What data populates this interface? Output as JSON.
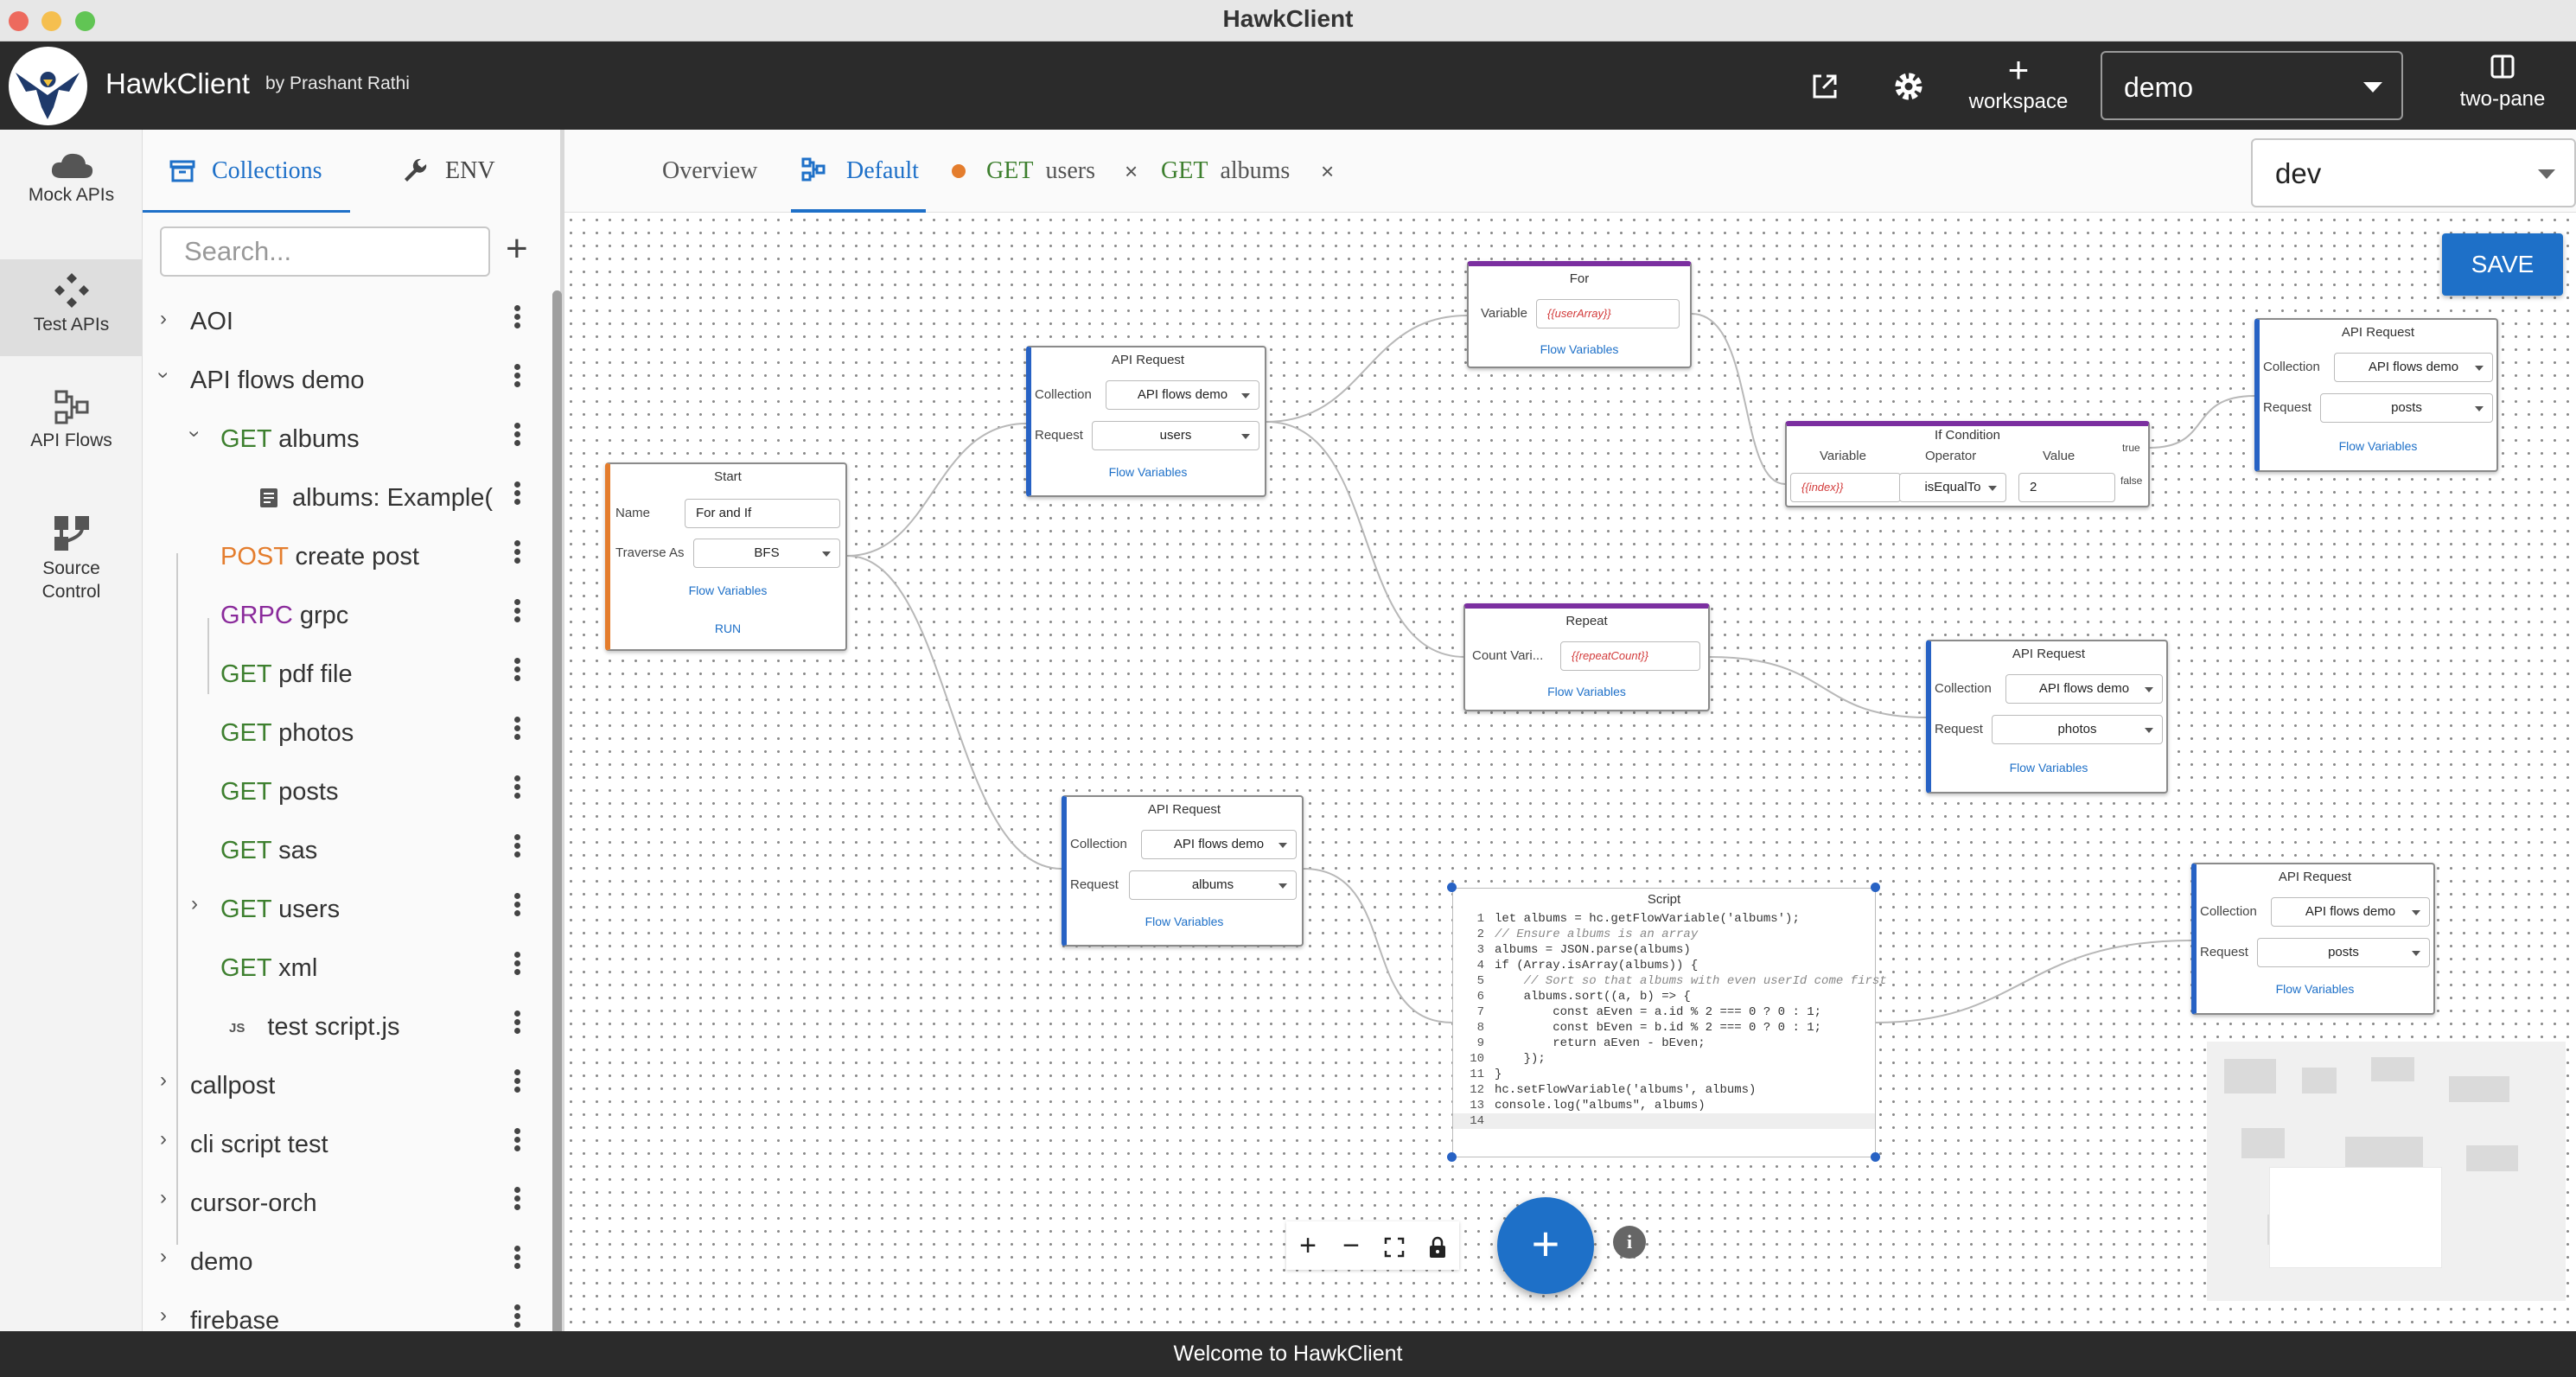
{
  "window": {
    "title": "HawkClient"
  },
  "header": {
    "app_name": "HawkClient",
    "byline": "by Prashant Rathi",
    "workspace_label": "workspace",
    "workspace_value": "demo",
    "two_pane_label": "two-pane"
  },
  "rail": {
    "items": [
      {
        "label": "Mock APIs",
        "icon": "cloud-icon"
      },
      {
        "label": "Test APIs",
        "icon": "test-icon"
      },
      {
        "label": "API Flows",
        "icon": "flow-icon"
      },
      {
        "label": "Source Control",
        "icon": "source-control-icon"
      }
    ]
  },
  "panel": {
    "tabs": [
      {
        "label": "Collections",
        "icon": "collections-icon"
      },
      {
        "label": "ENV",
        "icon": "wrench-icon"
      }
    ],
    "search_placeholder": "Search...",
    "tree": [
      {
        "label": "AOI"
      },
      {
        "label": "API flows demo"
      },
      {
        "method": "GET",
        "label": "albums"
      },
      {
        "label": "albums: Example("
      },
      {
        "method": "POST",
        "label": "create post"
      },
      {
        "method": "GRPC",
        "label": "grpc"
      },
      {
        "method": "GET",
        "label": "pdf file"
      },
      {
        "method": "GET",
        "label": "photos"
      },
      {
        "method": "GET",
        "label": "posts"
      },
      {
        "method": "GET",
        "label": "sas"
      },
      {
        "method": "GET",
        "label": "users"
      },
      {
        "method": "GET",
        "label": "xml"
      },
      {
        "method": "JS",
        "label": "test script.js"
      },
      {
        "label": "callpost"
      },
      {
        "label": "cli script test"
      },
      {
        "label": "cursor-orch"
      },
      {
        "label": "demo"
      },
      {
        "label": "firebase"
      }
    ]
  },
  "tabs": [
    {
      "label": "Overview"
    },
    {
      "label": "Default"
    },
    {
      "method": "GET",
      "label": "users"
    },
    {
      "method": "GET",
      "label": "albums"
    }
  ],
  "env": {
    "value": "dev"
  },
  "save_label": "SAVE",
  "nodes": {
    "start": {
      "title": "Start",
      "name_label": "Name",
      "name_value": "For and If",
      "traverse_label": "Traverse As",
      "traverse_value": "BFS",
      "flow_vars": "Flow Variables",
      "run": "RUN"
    },
    "api1": {
      "title": "API Request",
      "collection_label": "Collection",
      "collection_value": "API flows demo",
      "request_label": "Request",
      "request_value": "users",
      "flow_vars": "Flow Variables"
    },
    "for": {
      "title": "For",
      "variable_label": "Variable",
      "variable_value": "{{userArray}}",
      "flow_vars": "Flow Variables"
    },
    "ifcond": {
      "title": "If Condition",
      "variable_label": "Variable",
      "operator_label": "Operator",
      "value_label": "Value",
      "variable_value": "{{index}}",
      "operator_value": "isEqualTo",
      "value_value": "2",
      "true_label": "true",
      "false_label": "false"
    },
    "api2": {
      "title": "API Request",
      "collection_label": "Collection",
      "collection_value": "API flows demo",
      "request_label": "Request",
      "request_value": "posts",
      "flow_vars": "Flow Variables"
    },
    "repeat": {
      "title": "Repeat",
      "count_label": "Count Vari...",
      "count_value": "{{repeatCount}}",
      "flow_vars": "Flow Variables"
    },
    "api3": {
      "title": "API Request",
      "collection_label": "Collection",
      "collection_value": "API flows demo",
      "request_label": "Request",
      "request_value": "photos",
      "flow_vars": "Flow Variables"
    },
    "api4": {
      "title": "API Request",
      "collection_label": "Collection",
      "collection_value": "API flows demo",
      "request_label": "Request",
      "request_value": "albums",
      "flow_vars": "Flow Variables"
    },
    "api5": {
      "title": "API Request",
      "collection_label": "Collection",
      "collection_value": "API flows demo",
      "request_label": "Request",
      "request_value": "posts",
      "flow_vars": "Flow Variables"
    }
  },
  "script": {
    "title": "Script",
    "lines": [
      "let albums = hc.getFlowVariable('albums');",
      "// Ensure albums is an array",
      "albums = JSON.parse(albums)",
      "if (Array.isArray(albums)) {",
      "    // Sort so that albums with even userId come first",
      "    albums.sort((a, b) => {",
      "        const aEven = a.id % 2 === 0 ? 0 : 1;",
      "        const bEven = b.id % 2 === 0 ? 0 : 1;",
      "        return aEven - bEven;",
      "    });",
      "}",
      "hc.setFlowVariable('albums', albums)",
      "console.log(\"albums\", albums)",
      ""
    ]
  },
  "status": "Welcome to HawkClient",
  "colors": {
    "accent": "#1e70c8",
    "get": "#3d7f2e",
    "post": "#e47d2d",
    "grpc": "#8a2a9b",
    "header": "#2b2b2b"
  }
}
